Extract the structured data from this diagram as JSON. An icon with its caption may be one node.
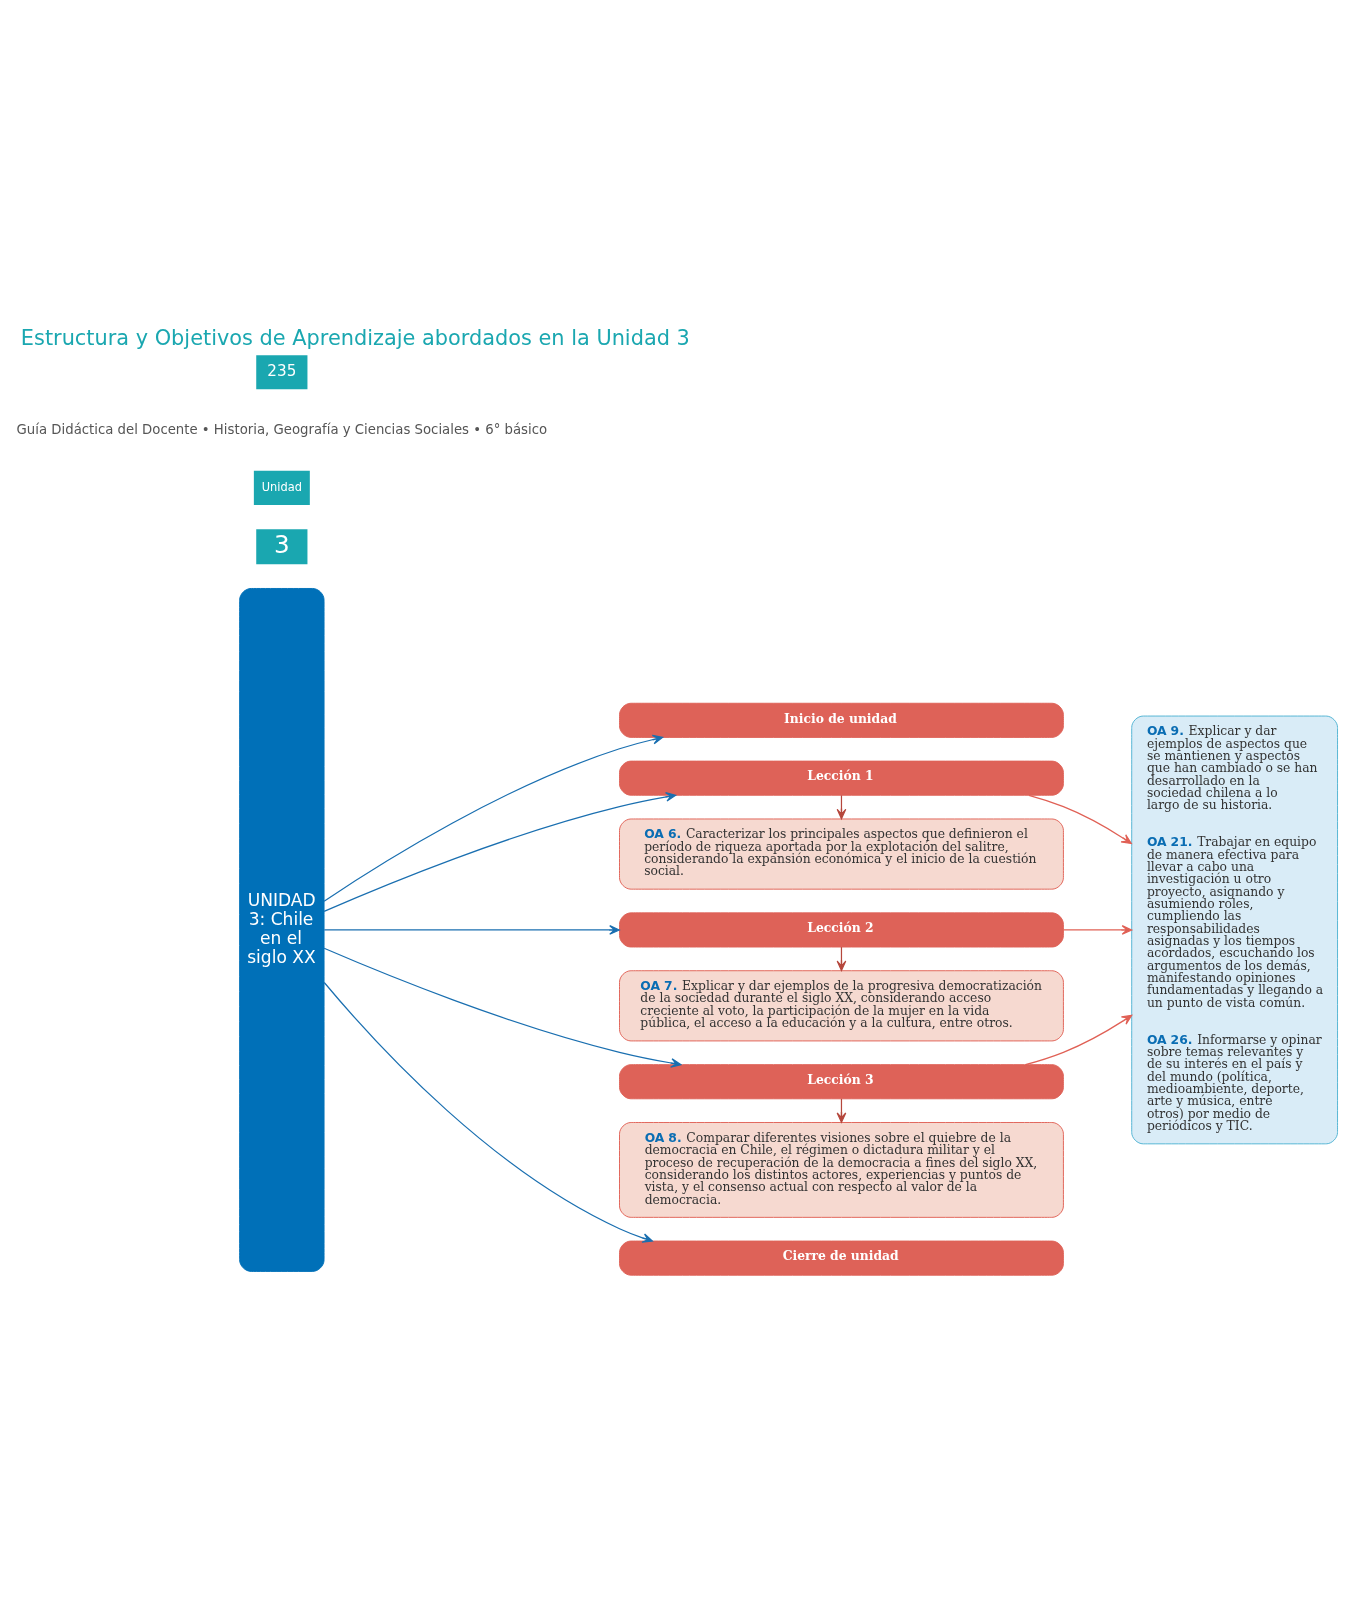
{
  "diagram": {
    "title": "Estructura y Objetivos de Aprendizaje abordados en la Unidad 3",
    "nodes": [
      {
        "text": [
          "UNIDAD 3: Chile en el siglo XX"
        ]
      },
      {
        "text": [
          "Inicio de unidad"
        ]
      },
      {
        "text": [
          "Lección 1"
        ]
      },
      {
        "text": [
          "**OA 6.** Caracterizar los principales aspectos que definieron el período de riqueza aportada por la explotación del salitre, considerando la expansión económica y el inicio de la cuestión social."
        ]
      },
      {
        "text": [
          "Lección 2"
        ]
      },
      {
        "text": [
          "**OA 7.** Explicar y dar ejemplos de la progresiva democratización de la sociedad durante el siglo XX, considerando acceso creciente al voto, la participación de la mujer en la vida pública, el acceso a la educación y a la cultura, entre otros."
        ]
      },
      {
        "text": [
          "Lección 3"
        ]
      },
      {
        "text": [
          "**OA 8.** Comparar diferentes visiones sobre el quiebre de la democracia en Chile, el régimen o dictadura militar y el proceso de recuperación de la democracia a fines del siglo XX, considerando los distintos actores, experiencias y puntos de vista, y el consenso actual con respecto al valor de la democracia."
        ]
      },
      {
        "text": [
          "Cierre de unidad"
        ]
      },
      {
        "text": [
          "**OA 9.** Explicar y dar ejemplos de aspectos que se mantienen y aspectos que han cambiado o se han desarrollado en la sociedad chilena a lo largo de su historia.",
          "**OA 21.** Trabajar en equipo de manera efectiva para llevar a cabo una investigación u otro proyecto, asignando y asumiendo roles, cumpliendo las responsabilidades asignadas y los tiempos acordados, escuchando los argumentos de los demás, manifestando opiniones fundamentadas y llegando a un punto de vista común.",
          "**OA 26.** Informarse y opinar sobre temas relevantes y de su interés en el país y del mundo (política, medioambiente, deporte, arte y música, entre otros) por medio de periódicos y TIC."
        ]
      }
    ],
    "edges": [
      {
        "from": 0,
        "to": 1,
        "arrow": "to"
      },
      {
        "from": 0,
        "to": 2,
        "arrow": "to"
      },
      {
        "from": 0,
        "to": 4,
        "arrow": "to"
      },
      {
        "from": 0,
        "to": 6,
        "arrow": "to"
      },
      {
        "from": 0,
        "to": 8,
        "arrow": "to"
      },
      {
        "from": 2,
        "to": 3,
        "arrow": "to",
        "color": "#b5473c"
      },
      {
        "from": 4,
        "to": 5,
        "arrow": "to",
        "color": "#b5473c"
      },
      {
        "from": 6,
        "to": 7,
        "arrow": "to",
        "color": "#b5473c"
      },
      {
        "from": 2,
        "to": 9,
        "arrow": "to",
        "color": "#e06055"
      },
      {
        "from": 4,
        "to": 9,
        "arrow": "to",
        "color": "#e06055"
      },
      {
        "from": 6,
        "to": 9,
        "arrow": "to",
        "color": "#e06055"
      }
    ],
    "labels": [
      "3",
      "Unidad",
      "Guía Didáctica del Docente • Historia, Geografía y Ciencias Sociales • 6° básico",
      "235"
    ]
  }
}
